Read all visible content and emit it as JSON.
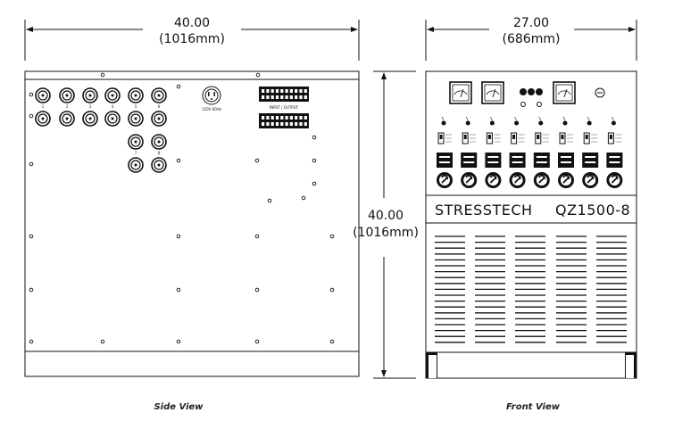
{
  "side_view": {
    "width_in": "40.00",
    "width_mm": "(1016mm)",
    "caption": "Side View",
    "connector_numbers": [
      "1",
      "2",
      "3",
      "4",
      "5",
      "6",
      "7",
      "8"
    ],
    "outlet_label": "120V 60Hz",
    "terminal_label": "INPUT / OUTPUT"
  },
  "front_view": {
    "width_in": "27.00",
    "width_mm": "(686mm)",
    "height_in": "40.00",
    "height_mm": "(1016mm)",
    "caption": "Front View",
    "brand_name": "STRESSTECH",
    "model": "QZ1500-8"
  },
  "colors": {
    "line": "#111111",
    "background": "#ffffff"
  }
}
